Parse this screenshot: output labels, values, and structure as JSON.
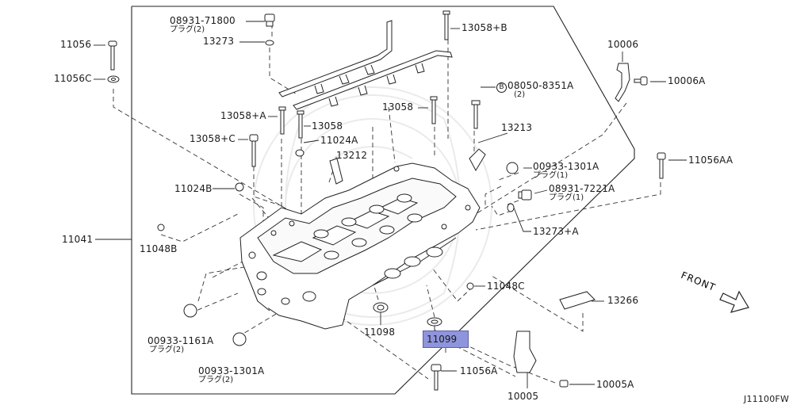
{
  "diagram": {
    "code": "J11100FW",
    "direction_label": "FRONT",
    "highlighted_part": "11099",
    "parts": {
      "p08931_71800": {
        "number": "08931-71800",
        "note": "プラグ(2)"
      },
      "p13273": {
        "number": "13273"
      },
      "p13058B": {
        "number": "13058+B"
      },
      "p11056": {
        "number": "11056"
      },
      "p11056C": {
        "number": "11056C"
      },
      "p10006": {
        "number": "10006"
      },
      "p10006A": {
        "number": "10006A"
      },
      "p08050_8351A": {
        "badge": "B",
        "number": "08050-8351A",
        "note": "(2)"
      },
      "p13058": {
        "number": "13058"
      },
      "p13058A": {
        "number": "13058+A"
      },
      "p13058_2": {
        "number": "13058"
      },
      "p13213": {
        "number": "13213"
      },
      "p13058C": {
        "number": "13058+C"
      },
      "p11024A": {
        "number": "11024A"
      },
      "p13212": {
        "number": "13212"
      },
      "p00933_1301A_top": {
        "number": "00933-1301A",
        "note": "プラグ(1)"
      },
      "p11056AA": {
        "number": "11056AA"
      },
      "p11024B": {
        "number": "11024B"
      },
      "p08931_7221A": {
        "number": "08931-7221A",
        "note": "プラグ(1)"
      },
      "p13273A": {
        "number": "13273+A"
      },
      "p11041": {
        "number": "11041"
      },
      "p11048B": {
        "number": "11048B"
      },
      "p11048C": {
        "number": "11048C"
      },
      "p13266": {
        "number": "13266"
      },
      "p00933_1161A": {
        "number": "00933-1161A",
        "note": "プラグ(2)"
      },
      "p11098": {
        "number": "11098"
      },
      "p00933_1301A_bot": {
        "number": "00933-1301A",
        "note": "プラグ(2)"
      },
      "p11056A": {
        "number": "11056A"
      },
      "p10005": {
        "number": "10005"
      },
      "p10005A": {
        "number": "10005A"
      }
    }
  }
}
